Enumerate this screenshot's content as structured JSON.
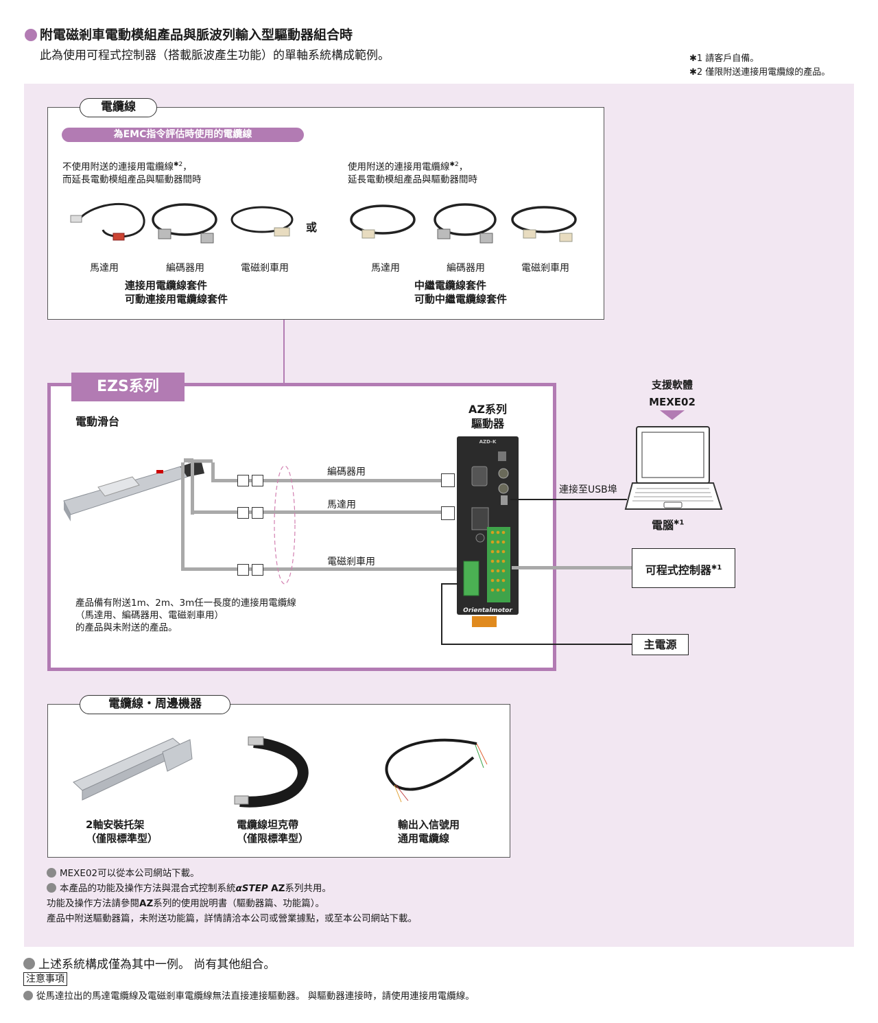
{
  "header": {
    "title": "附電磁剎車電動模組產品與脈波列輸入型驅動器組合時",
    "subtitle": "此為使用可程式控制器（搭載脈波產生功能）的單軸系統構成範例。",
    "note1": "✱1  請客戶自備。",
    "note2": "✱2  僅限附送連接用電纜線的產品。"
  },
  "cable_section": {
    "tag": "電纜線",
    "emc_bar": "為EMC指令評估時使用的電纜線",
    "left_desc_1": "不使用附送的連接用電纜線",
    "left_desc_sup": "✱2",
    "left_desc_comma": "，",
    "left_desc_2": "而延長電動模組產品與驅動器間時",
    "right_desc_1": "使用附送的連接用電纜線",
    "right_desc_sup": "✱2",
    "right_desc_comma": "，",
    "right_desc_2": "延長電動模組產品與驅動器間時",
    "or_label": "或",
    "left_labels": [
      "馬達用",
      "編碼器用",
      "電磁剎車用"
    ],
    "right_labels": [
      "馬達用",
      "編碼器用",
      "電磁剎車用"
    ],
    "left_kit_1": "連接用電纜線套件",
    "left_kit_2": "可動連接用電纜線套件",
    "right_kit_1": "中繼電纜線套件",
    "right_kit_2": "可動中繼電纜線套件"
  },
  "ezs_section": {
    "tag": "EZS系列",
    "slide_title": "電動滑台",
    "driver_title_1": "AZ系列",
    "driver_title_2": "驅動器",
    "driver_model": "AZD-K",
    "driver_brand": "Orientalmotor",
    "line_encoder": "編碼器用",
    "line_motor": "馬達用",
    "line_brake": "電磁剎車用",
    "desc_1": "產品備有附送1m、2m、3m任一長度的連接用電纜線",
    "desc_2": "（馬達用、編碼器用、電磁剎車用）",
    "desc_3": "的產品與未附送的產品。"
  },
  "right_side": {
    "software_1": "支援軟體",
    "software_2": "MEXE02",
    "usb_label": "連接至USB埠",
    "pc_label": "電腦",
    "pc_sup": "✱1",
    "plc_label": "可程式控制器",
    "plc_sup": "✱1",
    "power_label": "主電源"
  },
  "accessories": {
    "tag": "電纜線・周邊機器",
    "item1_1": "2軸安裝托架",
    "item1_2": "（僅限標準型）",
    "item2_1": "電纜線坦克帶",
    "item2_2": "（僅限標準型）",
    "item3_1": "輸出入信號用",
    "item3_2": "通用電纜線"
  },
  "bottom_notes": {
    "n1": "MEXE02可以從本公司網站下載。",
    "n2_a": "本產品的功能及操作方法與混合式控制系統",
    "n2_brand": "αSTEP",
    "n2_az": "AZ",
    "n2_b": "系列共用。",
    "n3_a": "功能及操作方法請參閱",
    "n3_az": "AZ",
    "n3_b": "系列的使用說明書（驅動器篇、功能篇）。",
    "n4": "產品中附送驅動器篇，未附送功能篇，詳情請洽本公司或營業據點，或至本公司網站下載。"
  },
  "footer": {
    "line1": "上述系統構成僅為其中一例。 尚有其他組合。",
    "caution": "注意事項",
    "line2": "從馬達拉出的馬達電纜線及電磁剎車電纜線無法直接連接驅動器。 與驅動器連接時，請使用連接用電纜線。"
  },
  "colors": {
    "accent": "#b27bb3",
    "background": "#f2e7f2",
    "cable_gray": "#a9a9a9"
  }
}
